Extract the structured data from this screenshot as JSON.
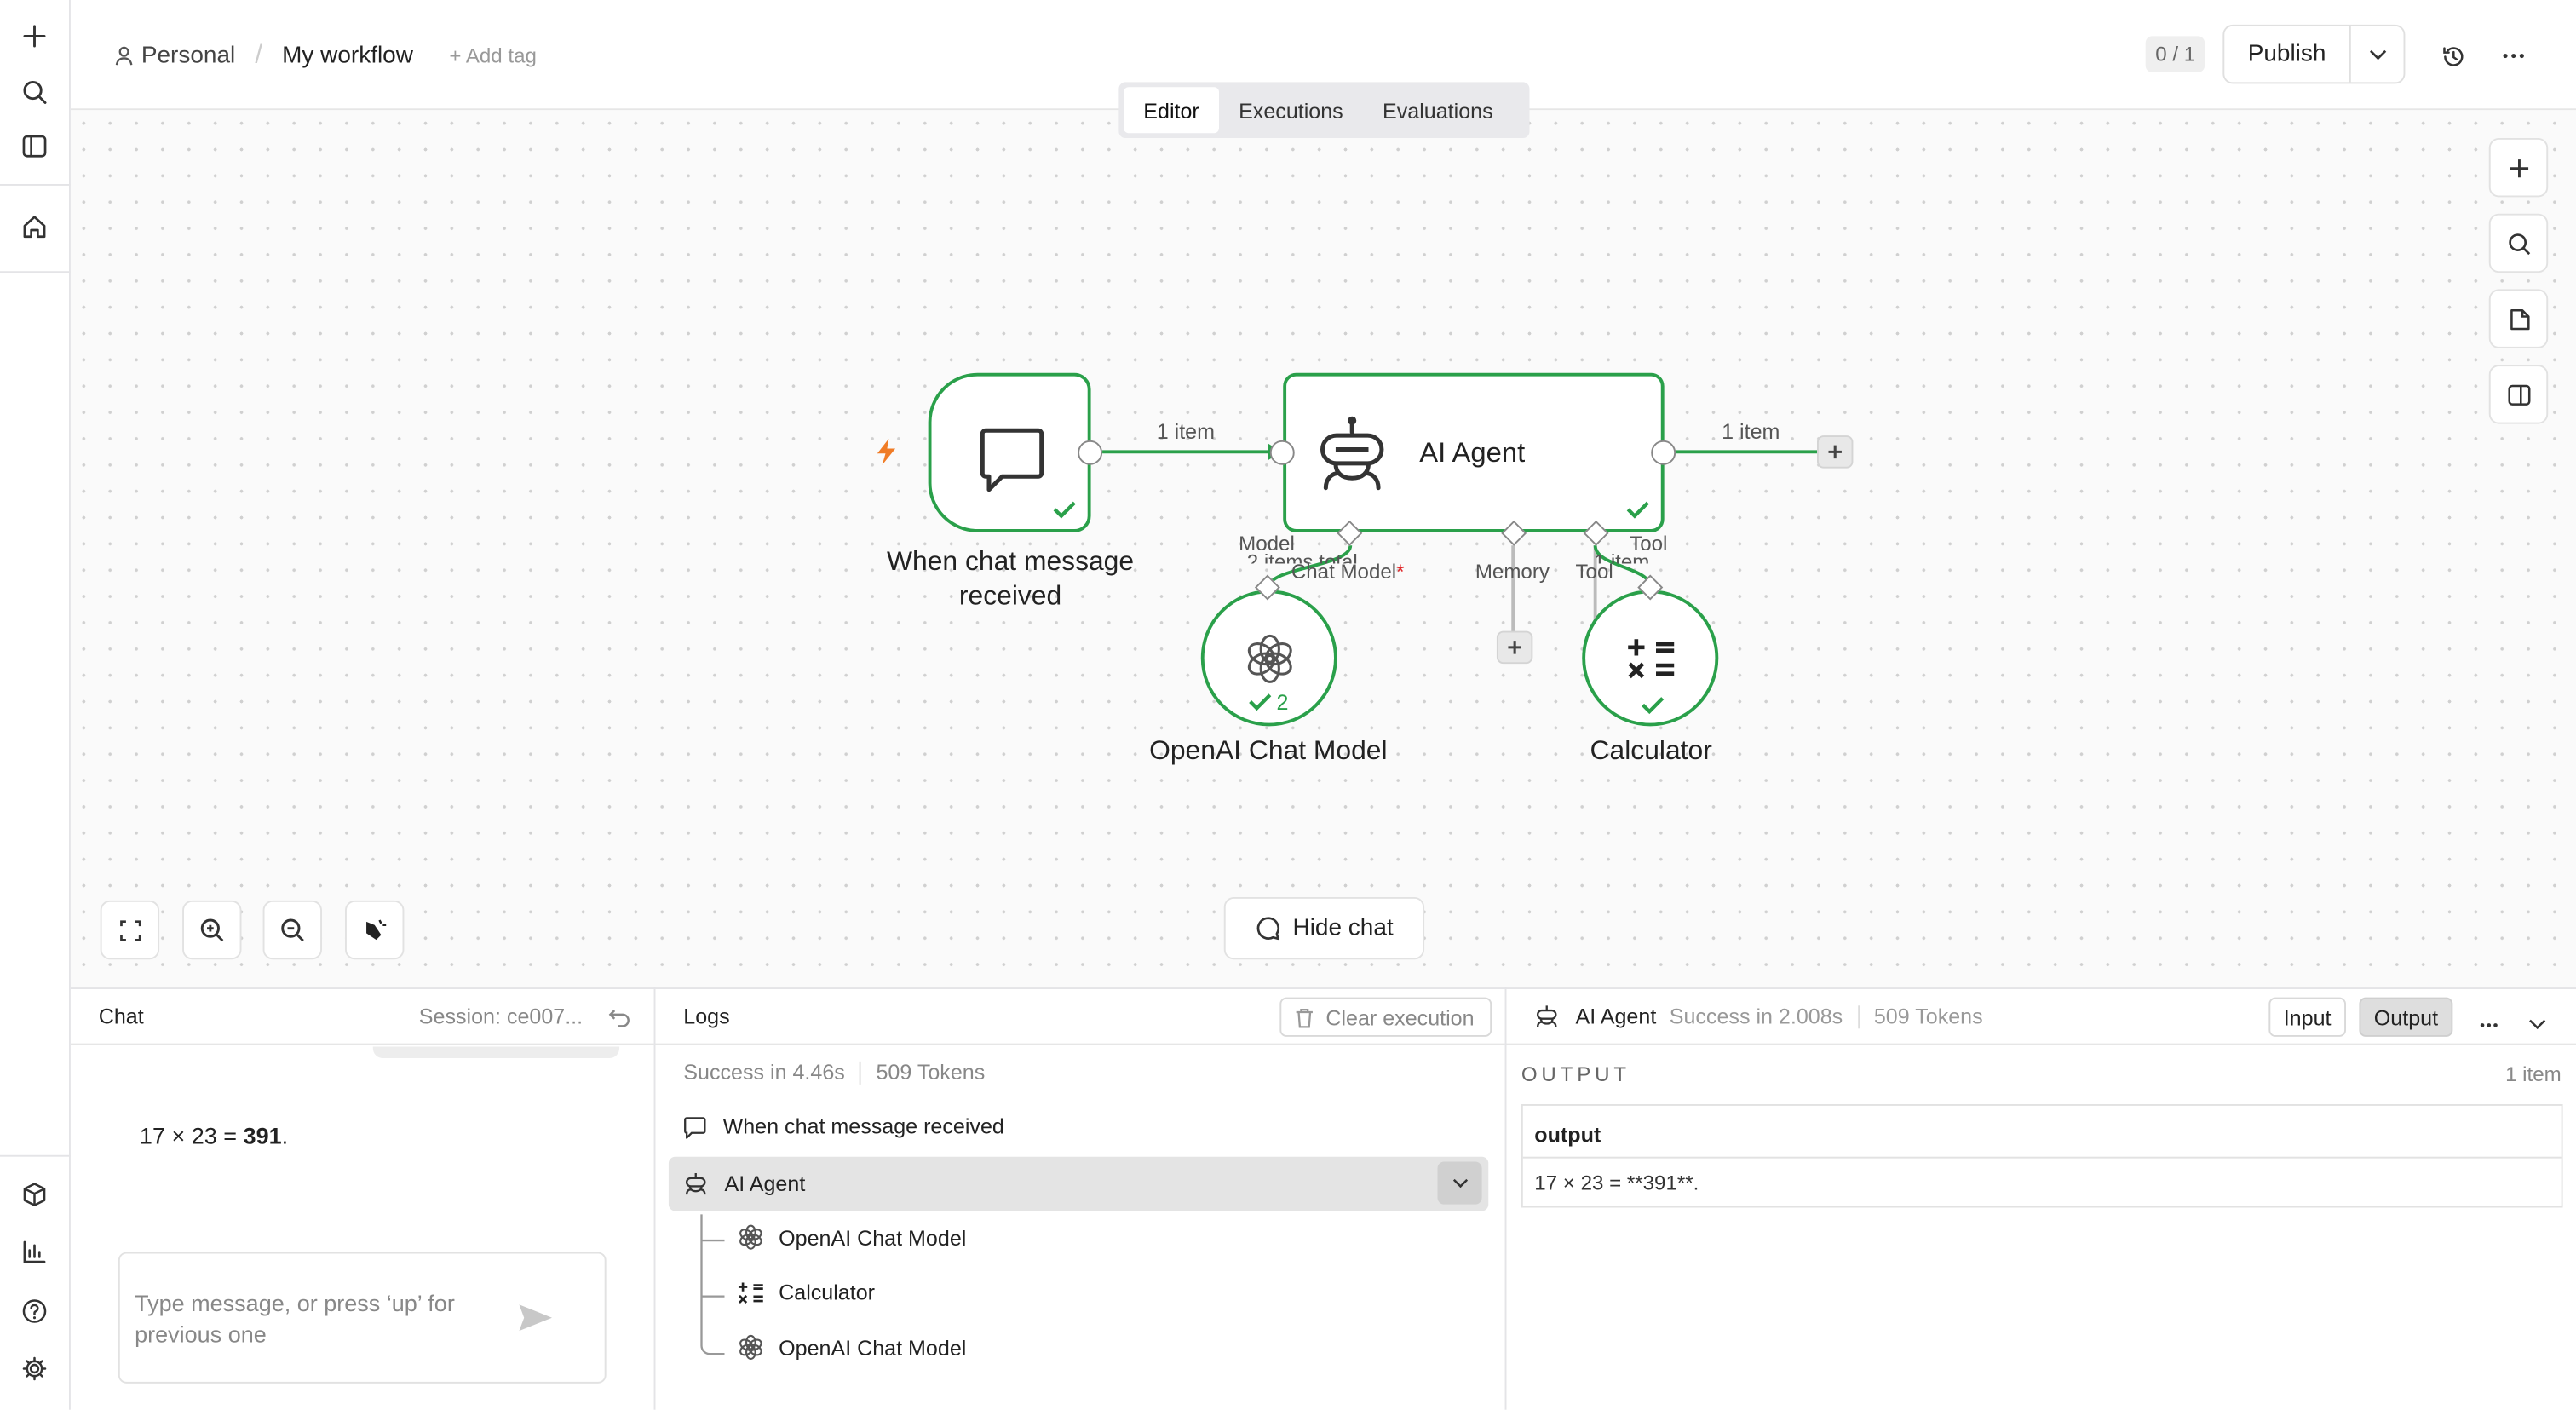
{
  "breadcrumb": {
    "owner": "Personal",
    "separator": "/",
    "workflow": "My workflow",
    "add_tag": "+ Add tag"
  },
  "header": {
    "counter": "0 / 1",
    "publish": "Publish"
  },
  "tabs": [
    "Editor",
    "Executions",
    "Evaluations"
  ],
  "nodes": {
    "trigger": {
      "label_line1": "When chat message",
      "label_line2": "received"
    },
    "agent": {
      "label": "AI Agent"
    },
    "model": {
      "label": "OpenAI Chat Model",
      "runs": "2"
    },
    "calculator": {
      "label": "Calculator"
    }
  },
  "edges": {
    "trigger_to_agent": "1 item",
    "agent_out": "1 item",
    "model_upper": "Model",
    "model_lower": "2 items total",
    "tool_upper": "Tool",
    "tool_lower": "1 item"
  },
  "ports": {
    "chat_model": "Chat Model",
    "required_mark": "*",
    "memory": "Memory",
    "tool": "Tool"
  },
  "canvas": {
    "hide_chat": "Hide chat"
  },
  "chat": {
    "title": "Chat",
    "session": "Session: ce007...",
    "message_prefix": "17 × 23 = ",
    "message_bold": "391",
    "message_suffix": ".",
    "input_placeholder": "Type message, or press ‘up’ for previous one"
  },
  "logs": {
    "title": "Logs",
    "clear": "Clear execution",
    "status": "Success in 4.46s",
    "tokens": "509 Tokens",
    "items": [
      "When chat message received",
      "AI Agent",
      "OpenAI Chat Model",
      "Calculator",
      "OpenAI Chat Model"
    ]
  },
  "output": {
    "node": "AI Agent",
    "status": "Success in 2.008s",
    "tokens": "509 Tokens",
    "input_btn": "Input",
    "output_btn": "Output",
    "heading": "OUTPUT",
    "count": "1 item",
    "column": "output",
    "value": "17 × 23 = **391**."
  },
  "colors": {
    "success": "#2aa04a",
    "trigger": "#f07c26",
    "required": "#e0282a"
  }
}
